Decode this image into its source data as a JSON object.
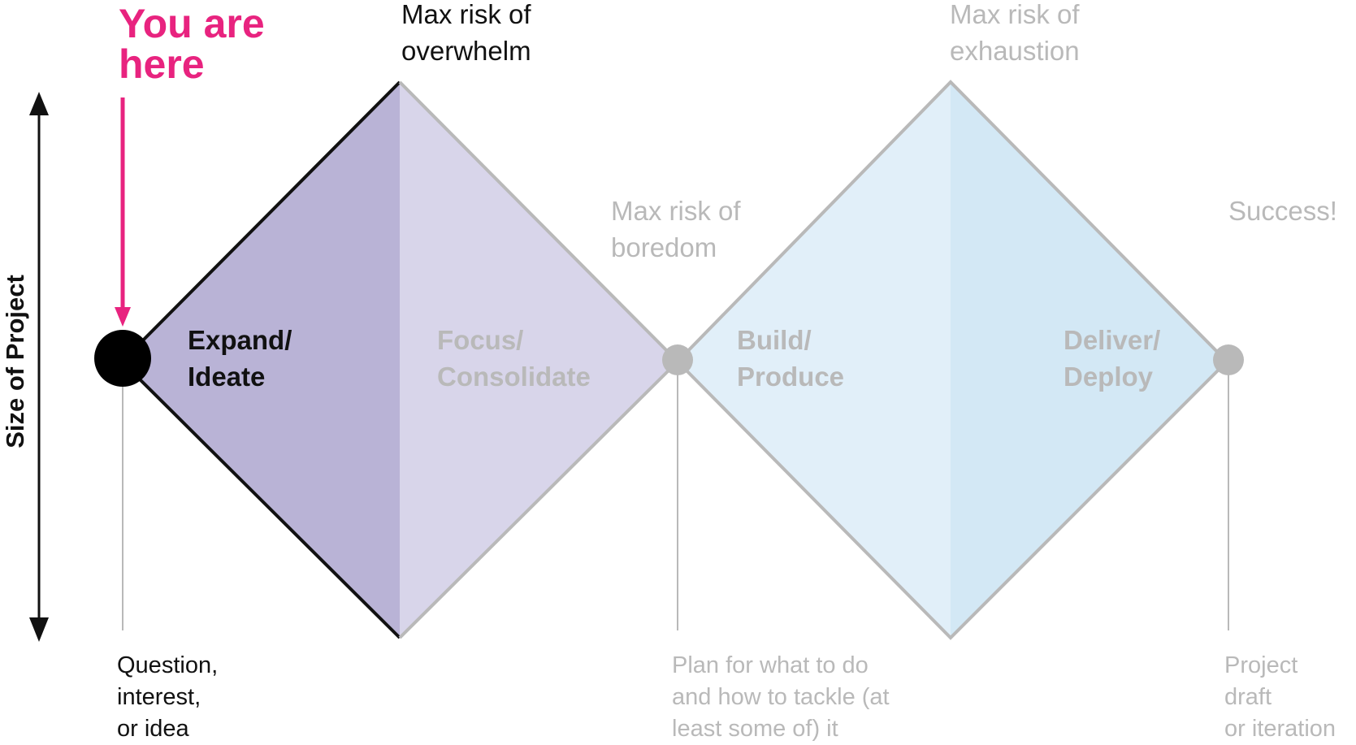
{
  "pointer": {
    "line1": "You are",
    "line2": "here"
  },
  "axis_label": "Size of Project",
  "risks": {
    "overwhelm": {
      "line1": "Max risk of",
      "line2": "overwhelm"
    },
    "boredom": {
      "line1": "Max risk of",
      "line2": "boredom"
    },
    "exhaustion": {
      "line1": "Max risk of",
      "line2": "exhaustion"
    },
    "success": "Success!"
  },
  "stages": [
    {
      "line1": "Expand/",
      "line2": "Ideate"
    },
    {
      "line1": "Focus/",
      "line2": "Consolidate"
    },
    {
      "line1": "Build/",
      "line2": "Produce"
    },
    {
      "line1": "Deliver/",
      "line2": "Deploy"
    }
  ],
  "milestones": [
    {
      "line1": "Question,",
      "line2": "interest,",
      "line3": "or idea"
    },
    {
      "line1": "Plan for what to do",
      "line2": "and how to tackle (at",
      "line3": "least some of) it"
    },
    {
      "line1": "Project",
      "line2": "draft",
      "line3": "or iteration"
    }
  ],
  "colors": {
    "pink": "#e8237f",
    "purple_dark": "#b9b3d6",
    "purple_light": "#d8d5ea",
    "blue_light": "#e1eff9",
    "blue_mid": "#d3e8f5",
    "gray": "#b9b9b9",
    "black": "#111111"
  }
}
